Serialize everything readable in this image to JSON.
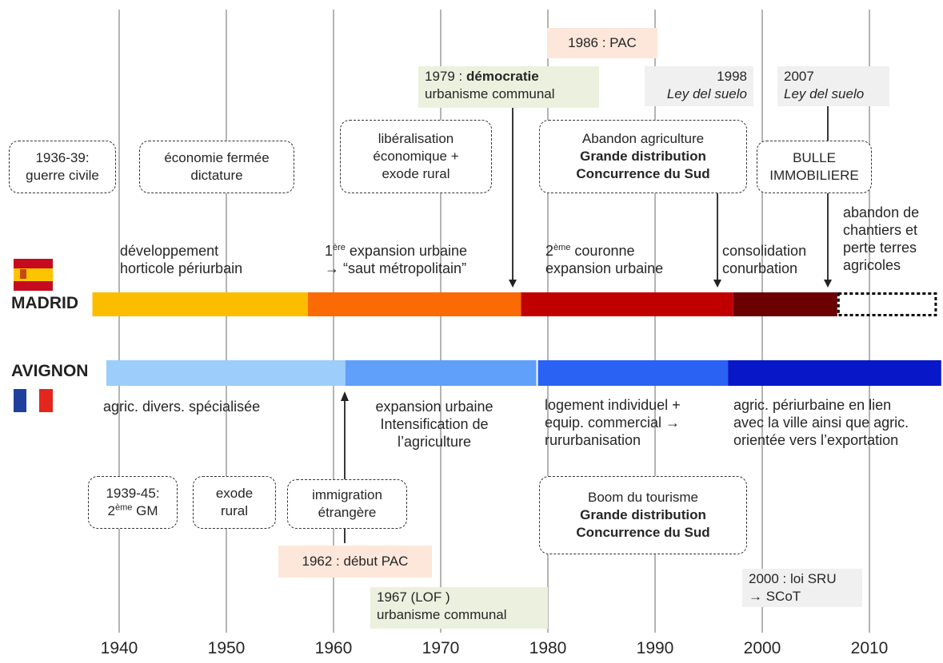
{
  "timeline": {
    "years": [
      "1940",
      "1950",
      "1960",
      "1970",
      "1980",
      "1990",
      "2000",
      "2010"
    ],
    "madrid_segments": [
      {
        "from": 1937.5,
        "to": 1957.6,
        "color": "#fcbd00"
      },
      {
        "from": 1957.6,
        "to": 1977.5,
        "color": "#fa6a05"
      },
      {
        "from": 1977.5,
        "to": 1997.3,
        "color": "#c00000"
      },
      {
        "from": 1997.3,
        "to": 2007,
        "color": "#6a0000"
      }
    ],
    "madrid_future": {
      "from": 2007,
      "to": 2016.3
    },
    "avignon_segments": [
      {
        "from": 1938.8,
        "to": 1961.1,
        "color": "#9dcdfa"
      },
      {
        "from": 1961.1,
        "to": 1979,
        "color": "#609ffa"
      },
      {
        "from": 1979,
        "to": 1996.8,
        "color": "#2a62f3"
      },
      {
        "from": 1996.8,
        "to": 2016.7,
        "color": "#0818c8"
      }
    ],
    "colors": {
      "grid": "#8c8c8c",
      "madrid_future_border": "#000000"
    }
  },
  "labels": {
    "madrid": "MADRID",
    "avignon": "AVIGNON"
  },
  "madrid_boxes": {
    "civil_war": {
      "l1": "1936-39:",
      "l2": "guerre civile"
    },
    "dictature": {
      "l1": "économie fermée",
      "l2": "dictature"
    },
    "liberal": {
      "l1": "libéralisation",
      "l2": "économique +",
      "l3": "exode rural"
    },
    "abandon": {
      "l1": "Abandon agriculture",
      "l2": "Grande distribution",
      "l3": "Concurrence du Sud"
    },
    "bulle": {
      "l1": "BULLE",
      "l2": "IMMOBILIERE"
    }
  },
  "madrid_phases": {
    "p1": {
      "l1": "développement",
      "l2": "horticole périurbain"
    },
    "p2": {
      "sup": "ère",
      "l1a": "1",
      "l1b": " expansion urbaine",
      "l2": "→ “saut métropolitain”"
    },
    "p3": {
      "sup": "ème",
      "l1a": "2",
      "l1b": " couronne",
      "l2": "expansion urbaine"
    },
    "p4": {
      "l1": "consolidation",
      "l2": "conurbation"
    },
    "p5": {
      "l1": "abandon de",
      "l2": "chantiers et",
      "l3": "perte terres",
      "l4": "agricoles"
    }
  },
  "madrid_notes": {
    "pac1986": "1986 : PAC",
    "dem1979": {
      "l1a": "1979 : ",
      "l1b": "démocratie",
      "l2": "urbanisme communal"
    },
    "ley1998": {
      "l1": "1998",
      "l2": "Ley del suelo"
    },
    "ley2007": {
      "l1": "2007",
      "l2": "Ley del suelo"
    }
  },
  "avignon_phases": {
    "p1": "agric. divers. spécialisée",
    "p2": {
      "l1": "expansion urbaine",
      "l2": "Intensification de",
      "l3": "l’agriculture"
    },
    "p3": {
      "l1": "logement individuel +",
      "l2": "equip. commercial →",
      "l3": "rururbanisation"
    },
    "p4": {
      "l1": "agric. périurbaine en lien",
      "l2": "avec la ville ainsi que agric.",
      "l3": "orientée vers l’exportation"
    }
  },
  "avignon_boxes": {
    "gm": {
      "l1": "1939-45:",
      "l2a": "2",
      "sup": "ème",
      "l2b": " GM"
    },
    "exode": {
      "l1": "exode",
      "l2": "rural"
    },
    "immig": {
      "l1": "immigration",
      "l2": "étrangère"
    },
    "boom": {
      "l1": "Boom du tourisme",
      "l2": "Grande distribution",
      "l3": "Concurrence du Sud"
    }
  },
  "avignon_notes": {
    "pac1962": "1962 : début PAC",
    "lof1967": {
      "l1": "1967 (LOF )",
      "l2": "urbanisme communal"
    },
    "sru2000": {
      "l1": "2000 : loi SRU",
      "l2": "→ SCoT"
    }
  }
}
